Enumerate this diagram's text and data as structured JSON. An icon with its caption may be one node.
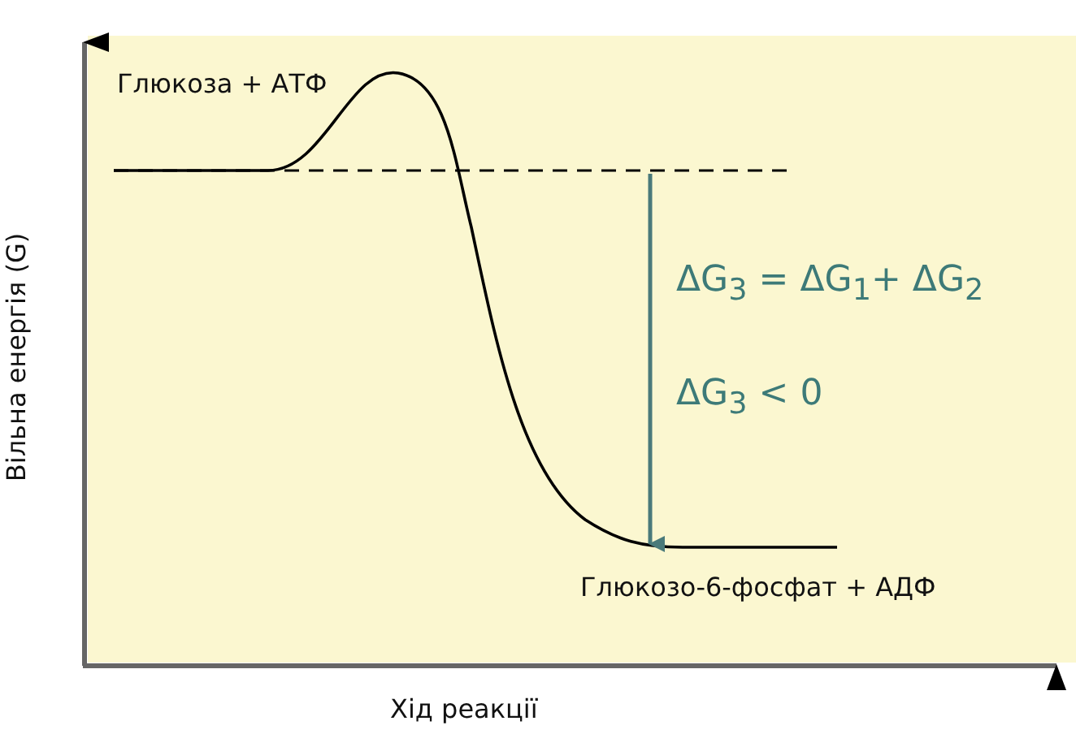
{
  "diagram": {
    "labels": [
      "Глюкоза + АТФ",
      "ΔG$_{3}$ = ΔG$_{1}$+ ΔG$_{2}$",
      "ΔG$_{3}$ < 0",
      "Глюкозо-6-фосфат + АДФ",
      "Вільна енергія (G)",
      "Хід реакції"
    ]
  }
}
